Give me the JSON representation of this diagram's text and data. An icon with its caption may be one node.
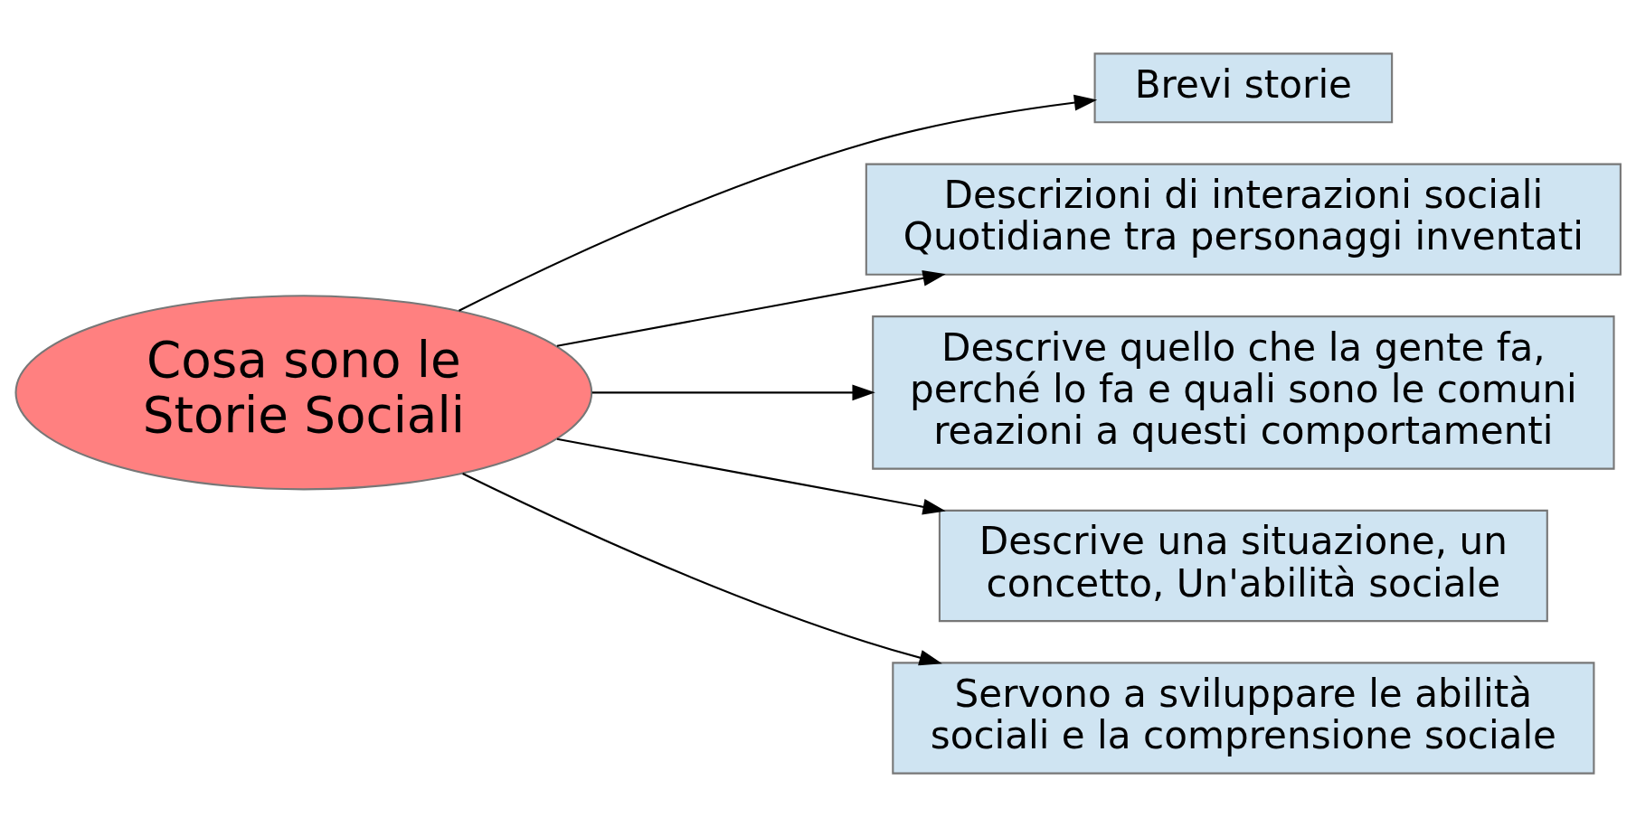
{
  "diagram": {
    "nodes": [
      {
        "text": [
          "Cosa sono le Storie Sociali"
        ]
      },
      {
        "text": [
          "Brevi storie"
        ]
      },
      {
        "text": [
          "Descrizioni di interazioni sociali Quotidiane tra personaggi inventati"
        ]
      },
      {
        "text": [
          "Descrive quello che la gente fa, perché lo fa e quali sono le comuni reazioni a questi comportamenti"
        ]
      },
      {
        "text": [
          "Descrive una situazione, un concetto, Un'abilità sociale"
        ]
      },
      {
        "text": [
          "Servono a sviluppare le abilità sociali e la comprensione sociale"
        ]
      }
    ],
    "edges": [
      {
        "from": 0,
        "to": 1,
        "arrow": "to"
      },
      {
        "from": 0,
        "to": 2,
        "arrow": "to"
      },
      {
        "from": 0,
        "to": 3,
        "arrow": "to"
      },
      {
        "from": 0,
        "to": 4,
        "arrow": "to"
      },
      {
        "from": 0,
        "to": 5,
        "arrow": "to"
      }
    ]
  }
}
